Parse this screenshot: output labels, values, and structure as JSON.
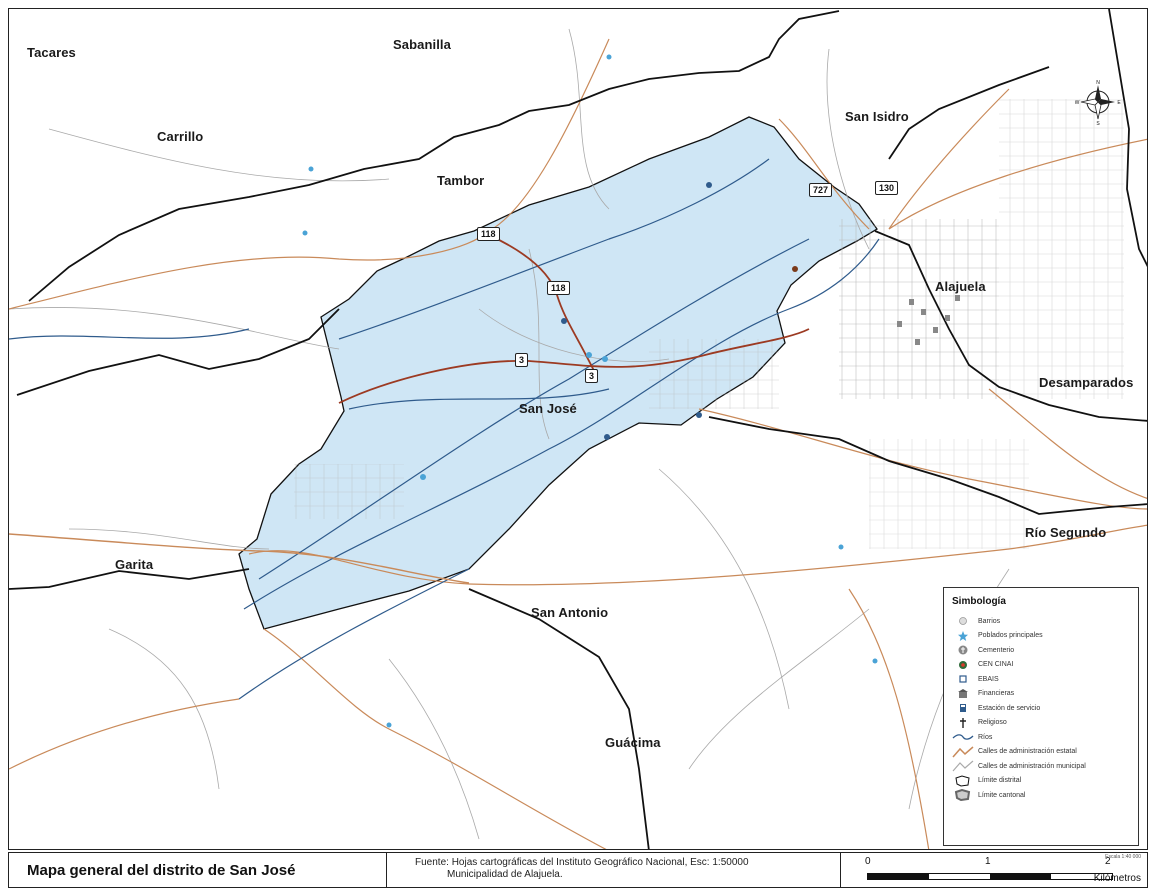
{
  "places": [
    {
      "id": "tacares",
      "label": "Tacares"
    },
    {
      "id": "sabanilla",
      "label": "Sabanilla"
    },
    {
      "id": "carrillo",
      "label": "Carrillo"
    },
    {
      "id": "tambor",
      "label": "Tambor"
    },
    {
      "id": "san-isidro",
      "label": "San Isidro"
    },
    {
      "id": "alajuela",
      "label": "Alajuela"
    },
    {
      "id": "desamparados",
      "label": "Desamparados"
    },
    {
      "id": "san-jose",
      "label": "San José"
    },
    {
      "id": "garita",
      "label": "Garita"
    },
    {
      "id": "rio-segundo",
      "label": "Río Segundo"
    },
    {
      "id": "san-antonio",
      "label": "San Antonio"
    },
    {
      "id": "guacima",
      "label": "Guácima"
    }
  ],
  "routes": [
    {
      "id": "r118a",
      "label": "118"
    },
    {
      "id": "r118b",
      "label": "118"
    },
    {
      "id": "r727",
      "label": "727"
    },
    {
      "id": "r130",
      "label": "130"
    },
    {
      "id": "r3a",
      "label": "3"
    },
    {
      "id": "r3b",
      "label": "3"
    }
  ],
  "legend": {
    "title": "Simbología",
    "items": [
      {
        "label": "Barrios",
        "icon": "barrio-icon"
      },
      {
        "label": "Poblados principales",
        "icon": "star-icon"
      },
      {
        "label": "Cementerio",
        "icon": "cemetery-icon"
      },
      {
        "label": "CEN CINAI",
        "icon": "cen-cinai-icon"
      },
      {
        "label": "EBAIS",
        "icon": "ebais-icon"
      },
      {
        "label": "Financieras",
        "icon": "bank-icon"
      },
      {
        "label": "Estación de servicio",
        "icon": "gas-station-icon"
      },
      {
        "label": "Religioso",
        "icon": "cross-icon"
      },
      {
        "label": "Ríos",
        "icon": "river-icon"
      },
      {
        "label": "Calles de administración estatal",
        "icon": "state-road-icon"
      },
      {
        "label": "Calles de administración municipal",
        "icon": "municipal-road-icon"
      },
      {
        "label": "Límite distrital",
        "icon": "district-boundary-icon"
      },
      {
        "label": "Límite cantonal",
        "icon": "canton-boundary-icon"
      }
    ]
  },
  "compass": {
    "n": "N",
    "s": "S",
    "e": "E",
    "w": "W"
  },
  "footer": {
    "title": "Mapa general del distrito de San José",
    "source_line1": "Fuente: Hojas cartográficas del Instituto Geográfico Nacional, Esc: 1:50000",
    "source_line2": "Municipalidad de Alajuela.",
    "scale_labels": [
      "0",
      "1",
      "2"
    ],
    "scale_unit": "Kilómetros",
    "scale_note": "Escala 1:40 000"
  },
  "colors": {
    "district_fill": "#cfe6f5",
    "river": "#2f5b8c",
    "state_road": "#c98a5a",
    "municipal_road": "#a9a9a9",
    "boundary": "#111111",
    "highway": "#9c3a22"
  }
}
